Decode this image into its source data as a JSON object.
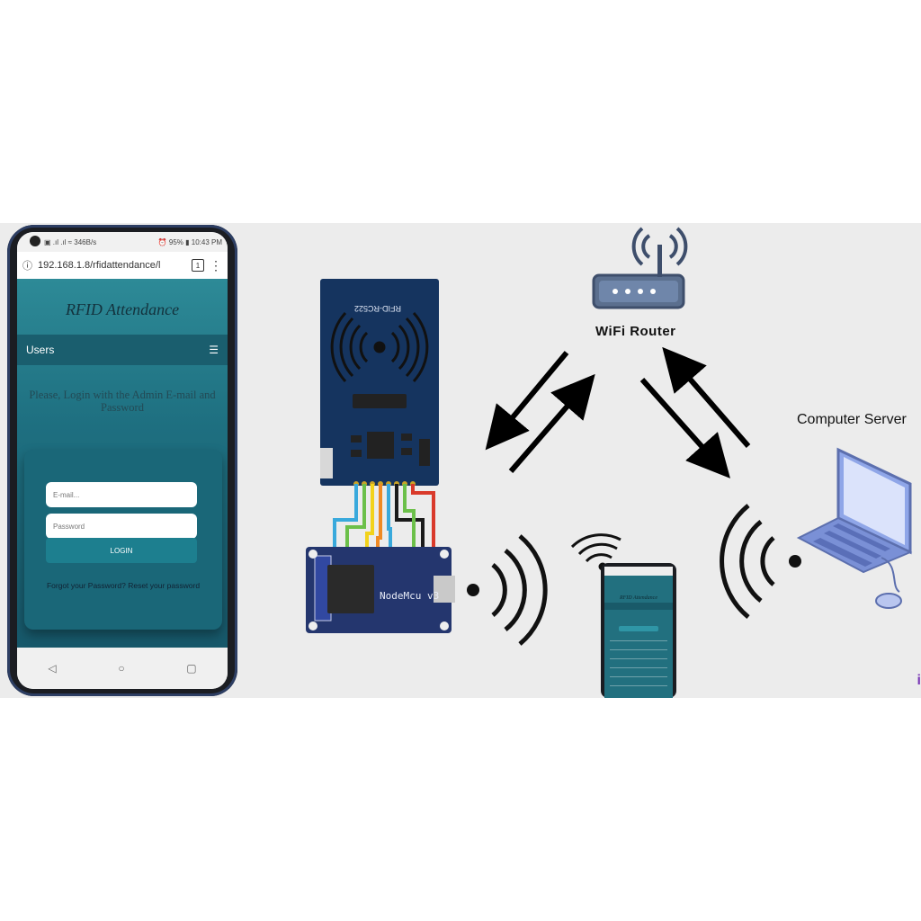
{
  "phone": {
    "status": {
      "left": "▣ .ıl .ıl ≈ 346B/s",
      "right": "⏰ 95% ▮ 10:43 PM"
    },
    "url": "192.168.1.8/rfidattendance/l",
    "tab_count": "1",
    "app_title": "RFID Attendance",
    "nav_label": "Users",
    "prompt": "Please, Login with the Admin E-mail and Password",
    "email_placeholder": "E-mail...",
    "password_placeholder": "Password",
    "login_label": "LOGIN",
    "forgot_text": "Forgot your Password?",
    "reset_text": "Reset your password",
    "nav_keys": {
      "back": "◁",
      "home": "○",
      "recent": "▢"
    }
  },
  "diagram": {
    "rfid_module_label": "RFID-RC522",
    "nodemcu_label": "NodeMcu v3",
    "router_label": "WiFi Router",
    "server_label": "Computer Server",
    "small_phone_title": "RFID Attendance"
  },
  "colors": {
    "rfid_board": "#15345f",
    "nodemcu_board": "#24366e",
    "app_teal": "#1e6f80",
    "wires": [
      "#39a9dc",
      "#6cc04a",
      "#f2d21b",
      "#f08a24",
      "#1a1a1a",
      "#d93a2b"
    ],
    "laptop": "#8fa6e8"
  },
  "logo_text": "i"
}
